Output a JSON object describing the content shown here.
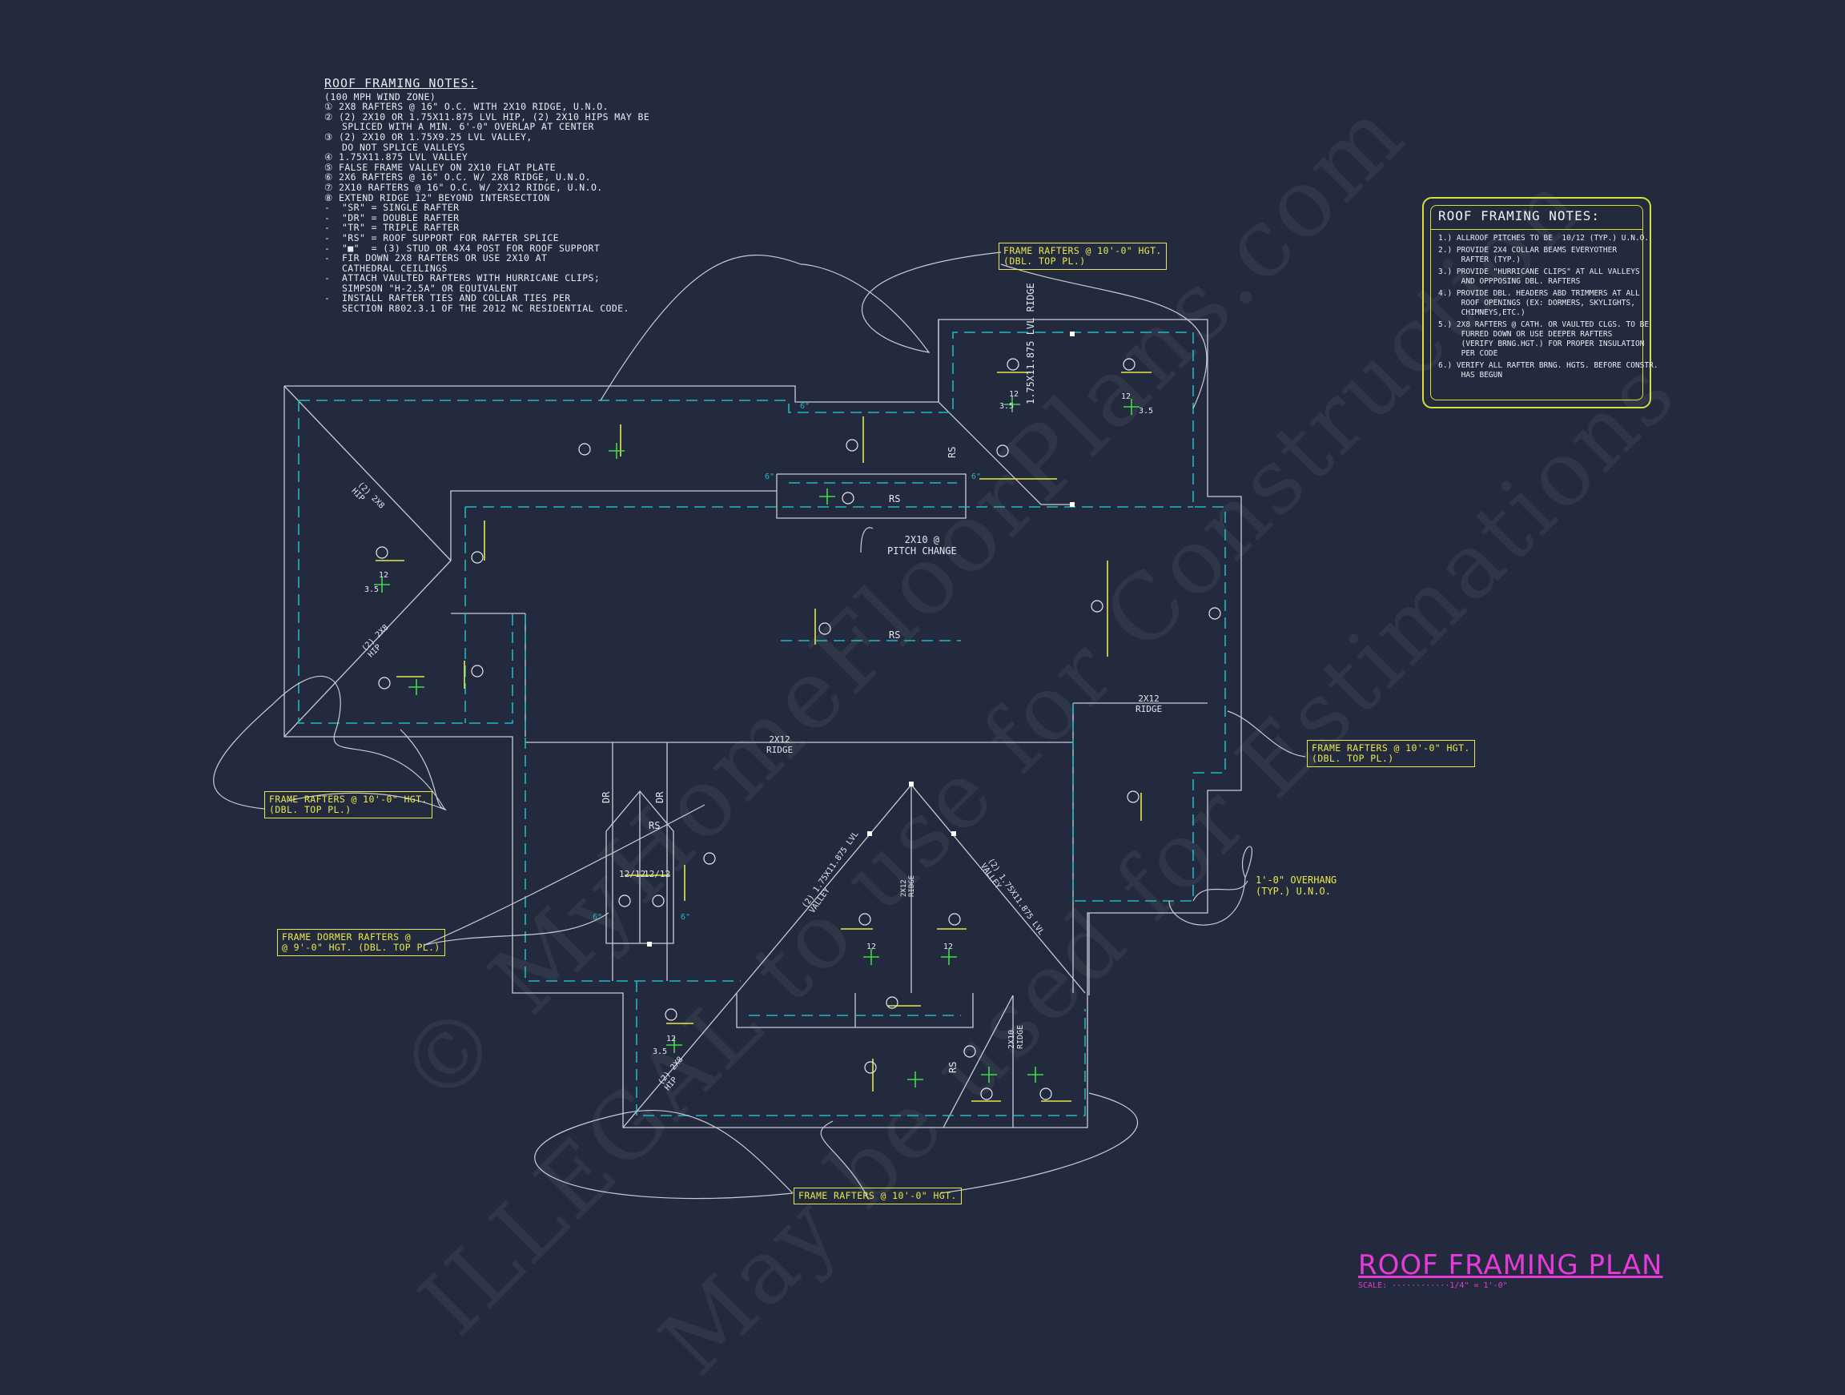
{
  "watermark": {
    "line1": "© MyHomeFloorPlans.com",
    "line2": "ILLEGAL to use for Construction",
    "line3": "May be used for Estimations"
  },
  "general_notes": {
    "title": "ROOF FRAMING NOTES:",
    "lines": [
      "(100 MPH WIND ZONE)",
      "① 2x8 RAFTERS @ 16\" O.C. WITH 2x10 RIDGE, U.N.O.",
      "② (2) 2x10 OR 1.75x11.875 LVL HIP, (2) 2x10 HIPS MAY BE",
      "   SPLICED WITH A MIN. 6'-0\" OVERLAP AT CENTER",
      "③ (2) 2x10 OR 1.75x9.25 LVL VALLEY,",
      "   DO NOT SPLICE VALLEYS",
      "④ 1.75x11.875 LVL VALLEY",
      "⑤ FALSE FRAME VALLEY ON 2x10 FLAT PLATE",
      "⑥ 2x6 RAFTERS @ 16\" O.C. W/ 2x8 RIDGE, U.N.O.",
      "⑦ 2x10 RAFTERS @ 16\" O.C. W/ 2x12 RIDGE, U.N.O.",
      "⑧ EXTEND RIDGE 12\" BEYOND INTERSECTION",
      "-  \"SR\" = SINGLE RAFTER",
      "-  \"DR\" = DOUBLE RAFTER",
      "-  \"TR\" = TRIPLE RAFTER",
      "-  \"RS\" = ROOF SUPPORT FOR RAFTER SPLICE",
      "-  \"■\"  = (3) STUD OR 4x4 POST FOR ROOF SUPPORT",
      "-  FIR DOWN 2x8 RAFTERS OR USE 2x10 AT",
      "   CATHEDRAL CEILINGS",
      "-  ATTACH VAULTED RAFTERS WITH HURRICANE CLIPS;",
      "   SIMPSON \"H-2.5A\" OR EQUIVALENT",
      "-  INSTALL RAFTER TIES AND COLLAR TIES PER",
      "   SECTION R802.3.1 OF THE 2012 NC RESIDENTIAL CODE."
    ]
  },
  "right_notes": {
    "title": "ROOF FRAMING NOTES:",
    "items": [
      "1.) ALLROOF PITCHES TO BE  10/12 (TYP.) U.N.O.",
      "2.) PROVIDE 2x4 COLLAR BEAMS EVERYOTHER\n     RAFTER (TYP.)",
      "3.) PROVIDE \"HURRICANE CLIPS\" AT ALL VALLEYS\n     AND OPPPOSING DBL. RAFTERS",
      "4.) PROVIDE DBL. HEADERS ABD TRIMMERS AT ALL\n     ROOF OPENINGS (EX: DORMERS, SKYLIGHTS,\n     CHIMNEYS,ETC.)",
      "5.) 2x8 RAFTERS @ CATH. OR VAULTED CLGS. TO BE\n     FURRED DOWN OR USE DEEPER RAFTERS\n     (VERIFY BRNG.HGT.) FOR PROPER INSULATION\n     PER CODE",
      "6.) VERIFY ALL RAFTER BRNG. HGTS. BEFORE CONSTR.\n     HAS BEGUN"
    ]
  },
  "callouts": {
    "top": "FRAME RAFTERS @ 10'-0\" HGT.\n(DBL. TOP PL.)",
    "left": "FRAME RAFTERS @ 10'-0\" HGT.\n(DBL. TOP PL.)",
    "right": "FRAME RAFTERS @ 10'-0\" HGT.\n(DBL. TOP PL.)",
    "dormer": "FRAME DORMER RAFTERS @\n@ 9'-0\" HGT. (DBL. TOP PL.)",
    "bottom": "FRAME RAFTERS @ 10'-0\" HGT.",
    "overhang": "1'-0\" OVERHANG\n(TYP.) U.N.O."
  },
  "labels": {
    "pitch_change": "2x10 @\nPITCH CHANGE",
    "ridge_2x12_center": "2x12\nRIDGE",
    "ridge_2x12_right": "2x12\nRIDGE",
    "lvl_ridge": "1.75x11.875 LVL RIDGE",
    "rs": "RS",
    "dr": "DR",
    "pitch_12_12": "12/12",
    "hip_2x8": "(2) 2x8\nHIP",
    "valley_lvl": "(2) 1.75x11.875 LVL\nVALLEY",
    "ridge_2x12_v": "2x12\nRIDGE",
    "ridge_2x10_v": "2x10\nRIDGE",
    "six_in": "6\"",
    "rise": "12",
    "run": "3.5"
  },
  "plan_title": "ROOF FRAMING PLAN",
  "plan_scale": "SCALE: ············1/4\" = 1'-0\"",
  "colors": {
    "background": "#232a3d",
    "walls": "#c9ccd6",
    "dashed": "#1fb7c4",
    "arrow": "#e8e84a",
    "pitch": "#3ddc4a",
    "title": "#e63ad9"
  }
}
